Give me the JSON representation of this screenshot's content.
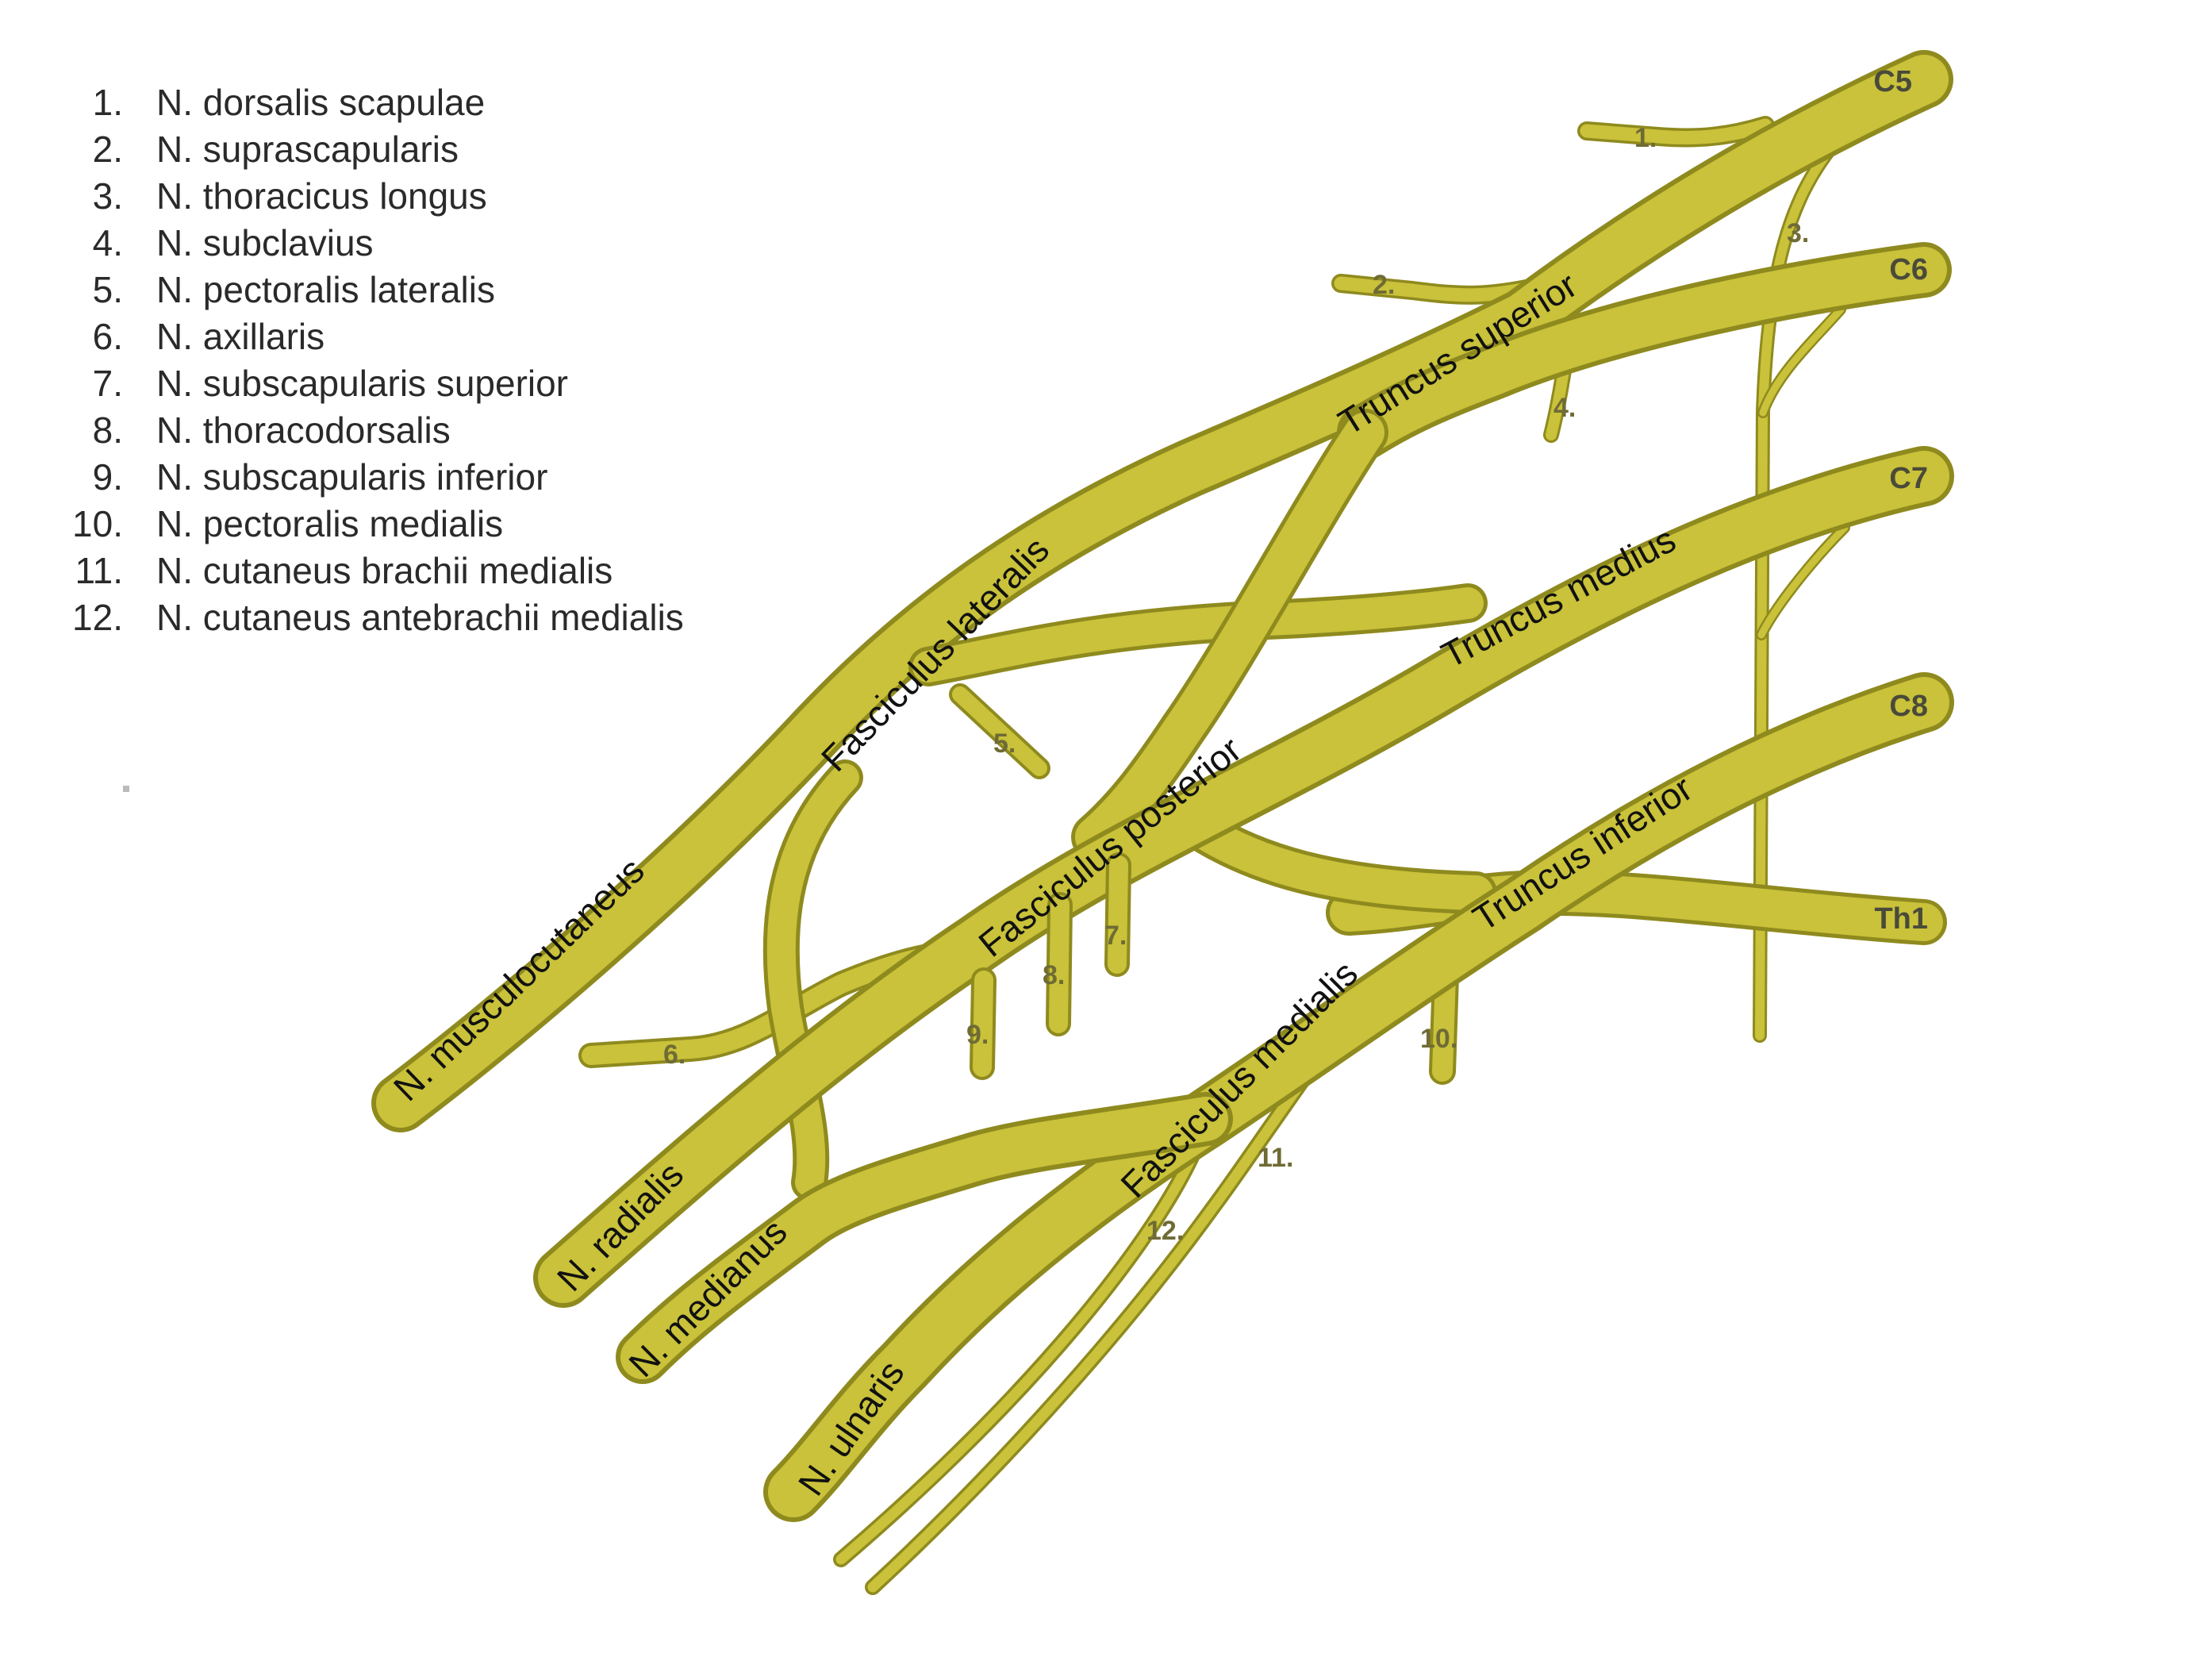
{
  "legend": [
    {
      "num": "1.",
      "name": "N. dorsalis scapulae"
    },
    {
      "num": "2.",
      "name": "N. suprascapularis"
    },
    {
      "num": "3.",
      "name": "N. thoracicus longus"
    },
    {
      "num": "4.",
      "name": "N. subclavius"
    },
    {
      "num": "5.",
      "name": "N. pectoralis lateralis"
    },
    {
      "num": "6.",
      "name": "N. axillaris"
    },
    {
      "num": "7.",
      "name": "N. subscapularis superior"
    },
    {
      "num": "8.",
      "name": "N. thoracodorsalis"
    },
    {
      "num": "9.",
      "name": "N. subscapularis inferior"
    },
    {
      "num": "10.",
      "name": "N. pectoralis medialis"
    },
    {
      "num": "11.",
      "name": "N. cutaneus brachii medialis"
    },
    {
      "num": "12.",
      "name": "N. cutaneus antebrachii medialis"
    }
  ],
  "roots": {
    "c5": "C5",
    "c6": "C6",
    "c7": "C7",
    "c8": "C8",
    "th1": "Th1"
  },
  "trunks": {
    "superior": "Truncus superior",
    "medius": "Truncus medius",
    "inferior": "Truncus inferior"
  },
  "cords": {
    "lateralis": "Fasciculus lateralis",
    "posterior": "Fasciculus posterior",
    "medialis": "Fasciculus medialis"
  },
  "terminal_nerves": {
    "musculocutaneus": "N. musculocutaneus",
    "radialis": "N. radialis",
    "medianus": "N. medianus",
    "ulnaris": "N. ulnaris"
  },
  "branch_numbers": {
    "b1": "1.",
    "b2": "2.",
    "b3": "3.",
    "b4": "4.",
    "b5": "5.",
    "b6": "6.",
    "b7": "7.",
    "b8": "8.",
    "b9": "9.",
    "b10": "10.",
    "b11": "11.",
    "b12": "12."
  },
  "colors": {
    "nerve_fill": "#c9c23a",
    "nerve_edge": "#8f8a1e",
    "nerve_highlight": "#e4de6e",
    "text": "#111111"
  }
}
